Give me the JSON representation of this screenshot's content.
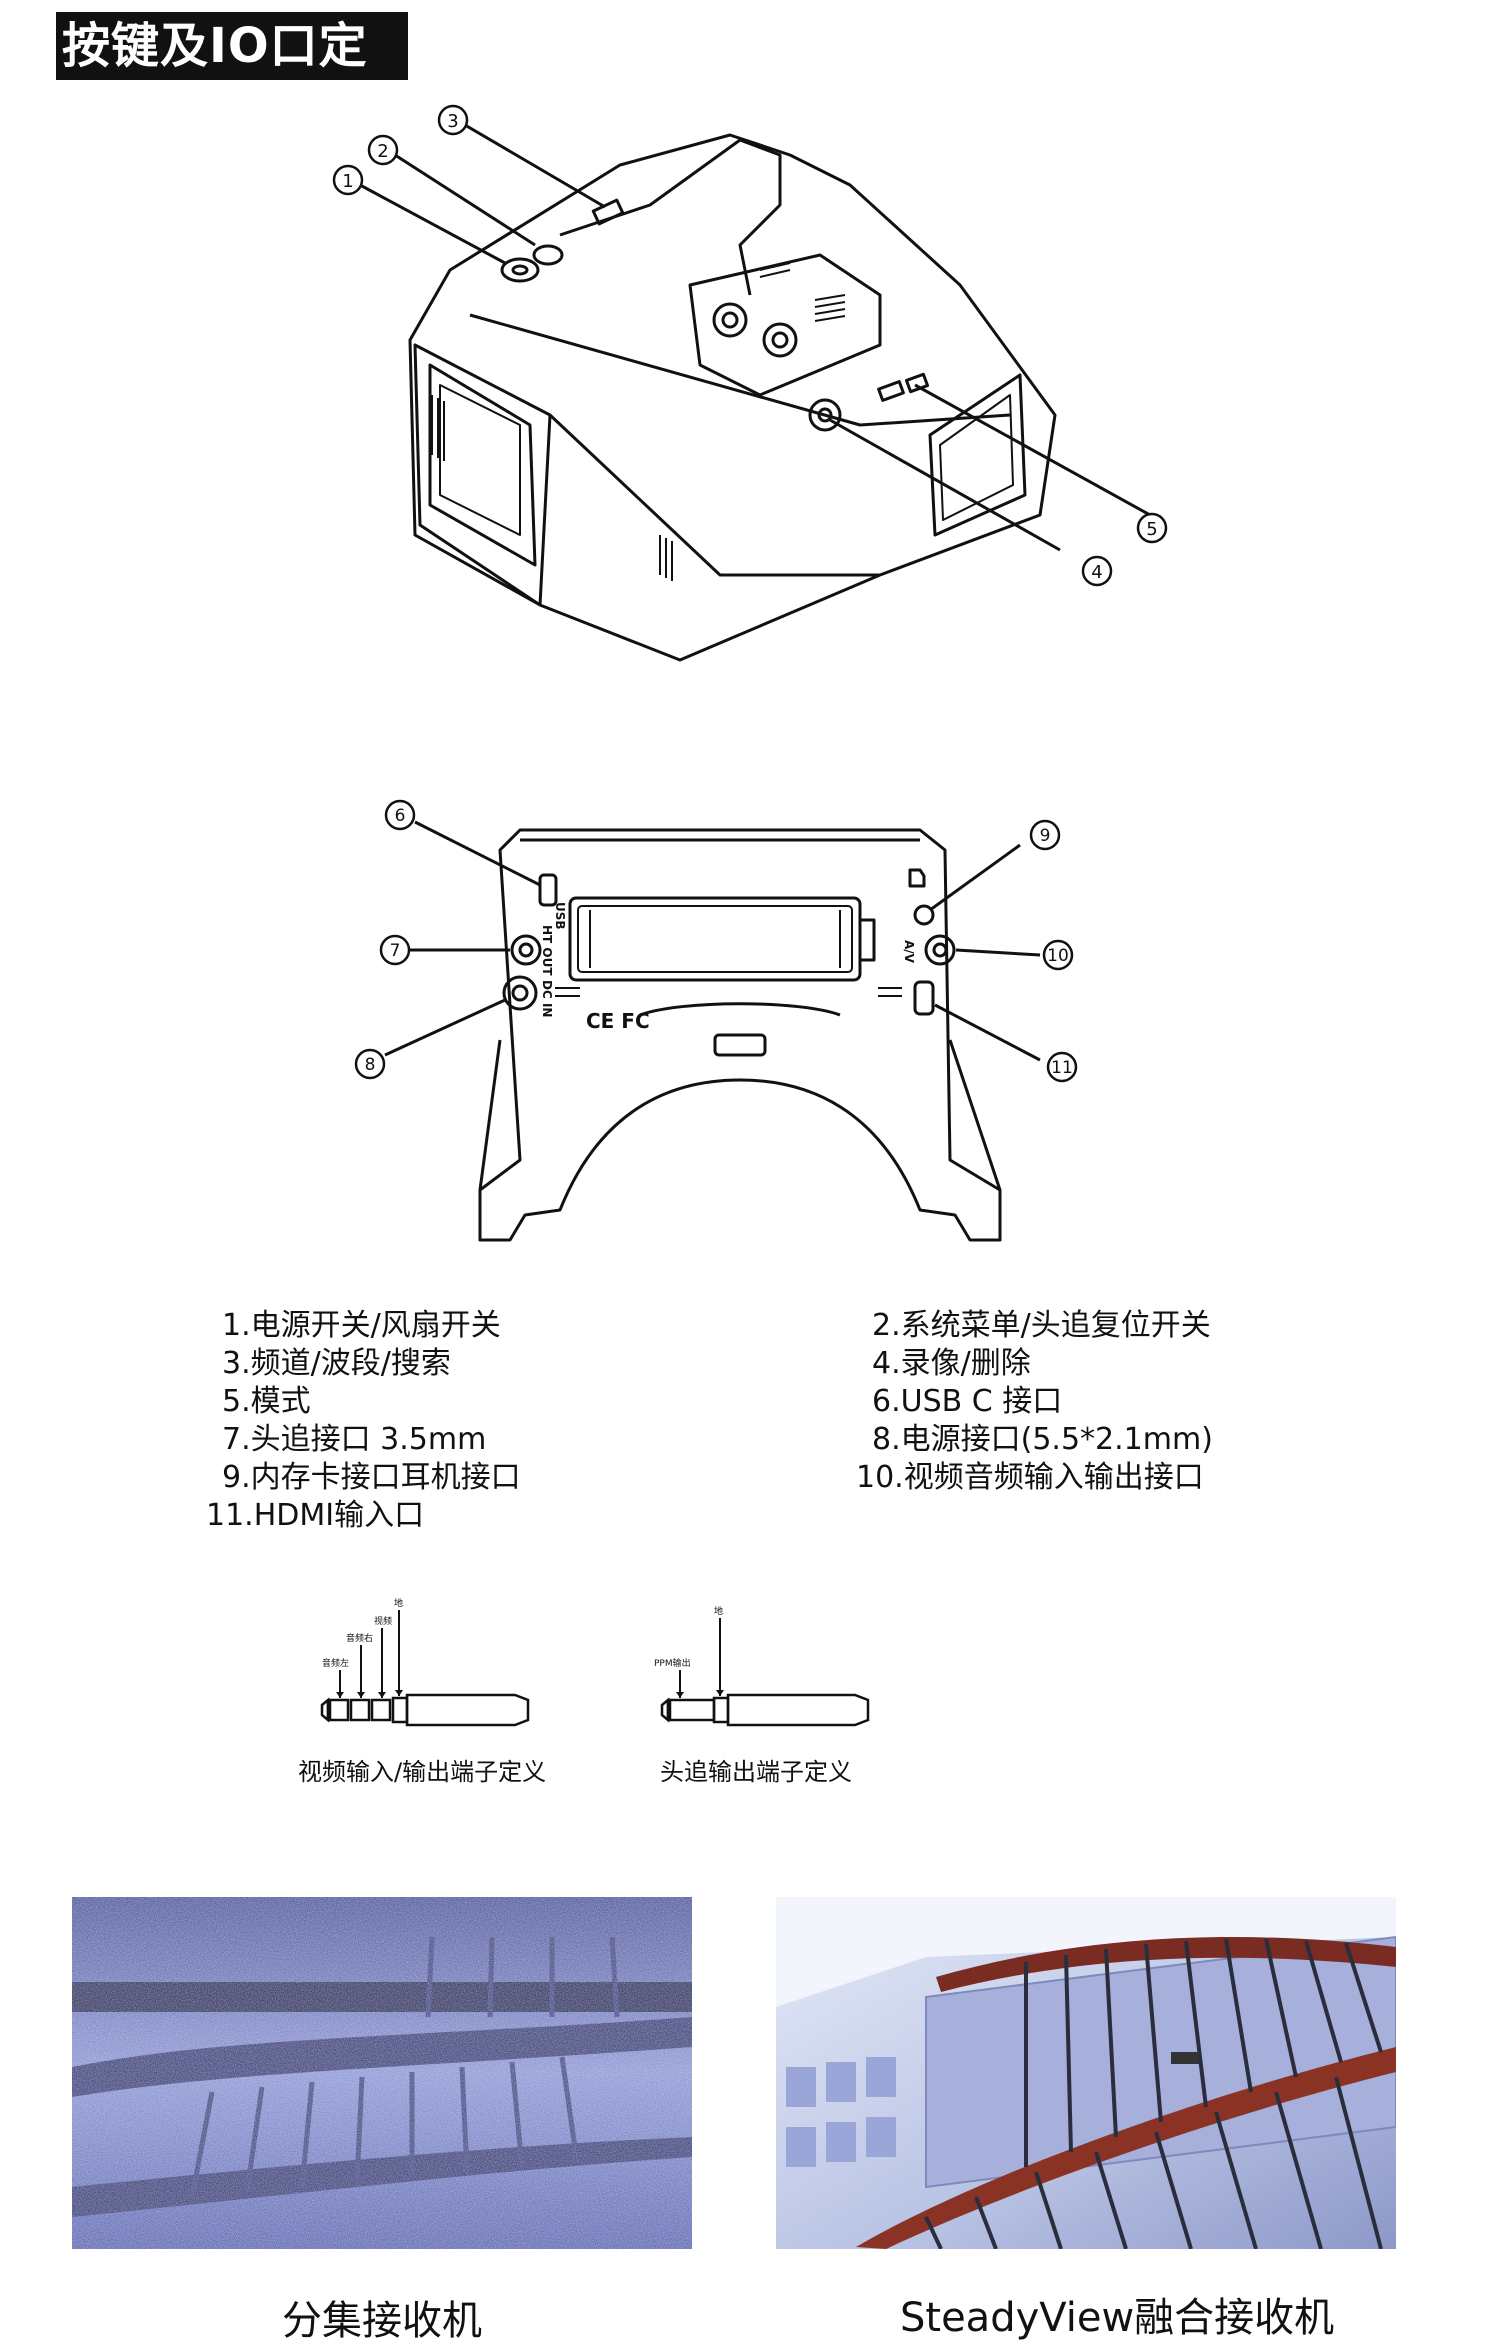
{
  "page": {
    "title": "按键及IO口定义"
  },
  "callouts": [
    "1",
    "2",
    "3",
    "4",
    "5",
    "6",
    "7",
    "8",
    "9",
    "10",
    "11"
  ],
  "device_markings": {
    "usb": "USB",
    "ht_out": "HT OUT",
    "dc_in": "DC IN",
    "av": "A/V",
    "cert": "CE FC"
  },
  "definitions": [
    "1.电源开关/风扇开关",
    "2.系统菜单/头追复位开关",
    "3.频道/波段/搜索",
    "4.录像/删除",
    "5.模式",
    "6.USB C 接口",
    "7.头追接口 3.5mm",
    "8.电源接口(5.5*2.1mm)",
    "9.内存卡接口耳机接口",
    "10.视频音频输入输出接口",
    "11.HDMI输入口"
  ],
  "connectors": {
    "av": {
      "labels": [
        "音频左",
        "音频右",
        "视频",
        "地"
      ],
      "caption": "视频输入/输出端子定义"
    },
    "ht": {
      "labels": [
        "PPM输出",
        "地"
      ],
      "caption": "头追输出端子定义"
    }
  },
  "comparison": {
    "left_caption": "分集接收机",
    "right_caption": "SteadyView融合接收机"
  }
}
